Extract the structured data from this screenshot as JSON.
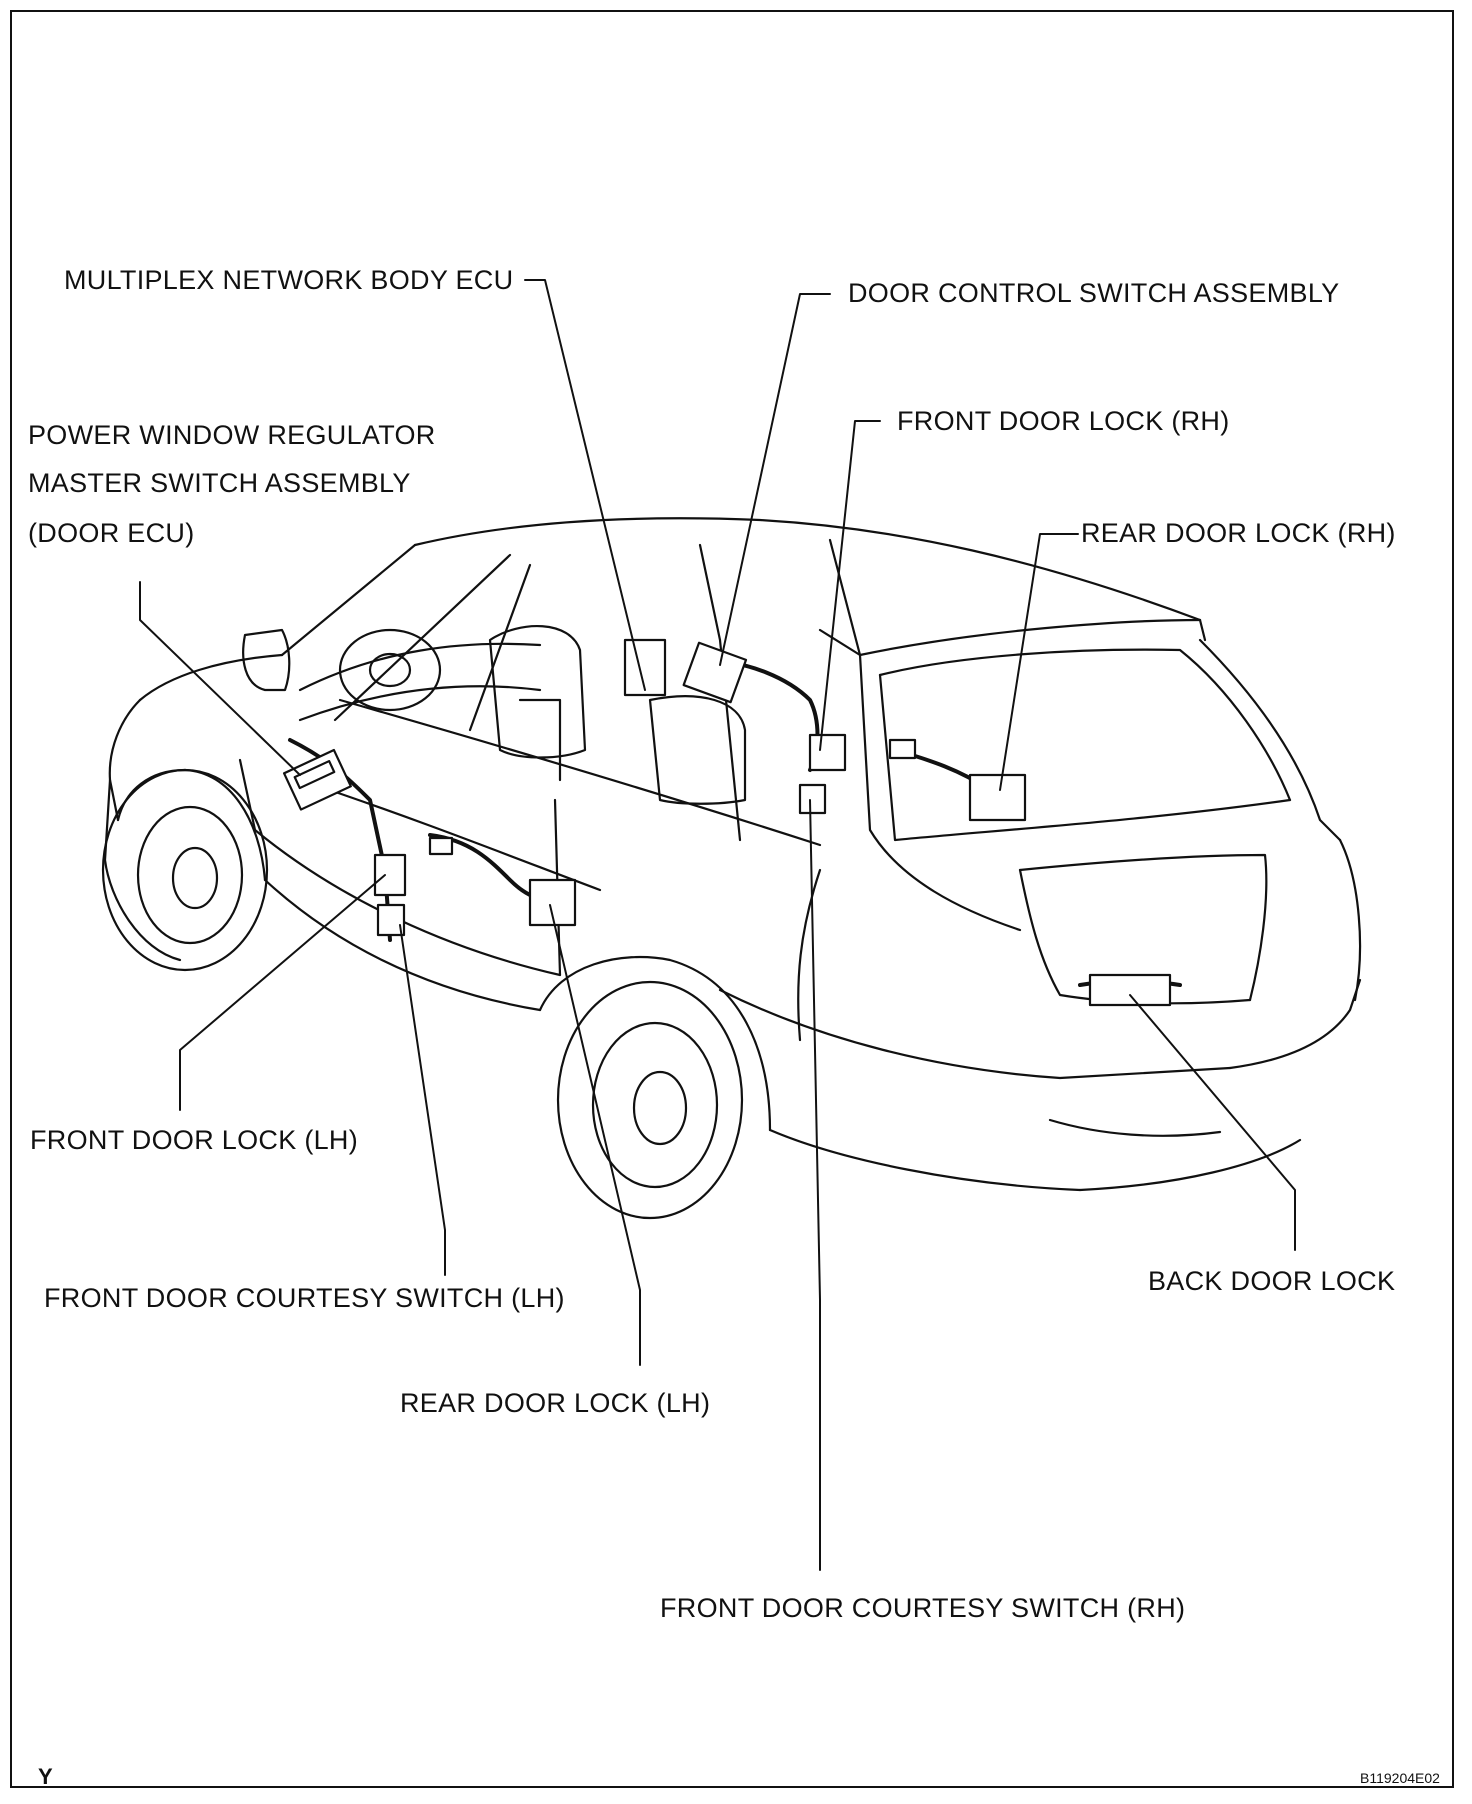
{
  "labels": {
    "multiplex_ecu": "MULTIPLEX NETWORK BODY ECU",
    "door_control_switch": "DOOR CONTROL SWITCH ASSEMBLY",
    "front_door_lock_rh": "FRONT DOOR LOCK (RH)",
    "rear_door_lock_rh": "REAR DOOR LOCK (RH)",
    "power_window_line1": "POWER WINDOW REGULATOR",
    "power_window_line2": "MASTER SWITCH ASSEMBLY",
    "power_window_line3": "(DOOR ECU)",
    "front_door_lock_lh": "FRONT DOOR LOCK (LH)",
    "front_courtesy_lh": "FRONT DOOR COURTESY SWITCH (LH)",
    "rear_door_lock_lh": "REAR DOOR LOCK (LH)",
    "back_door_lock": "BACK DOOR LOCK",
    "front_courtesy_rh": "FRONT DOOR COURTESY SWITCH (RH)"
  },
  "corner_mark": "Y",
  "figure_code": "B119204E02"
}
